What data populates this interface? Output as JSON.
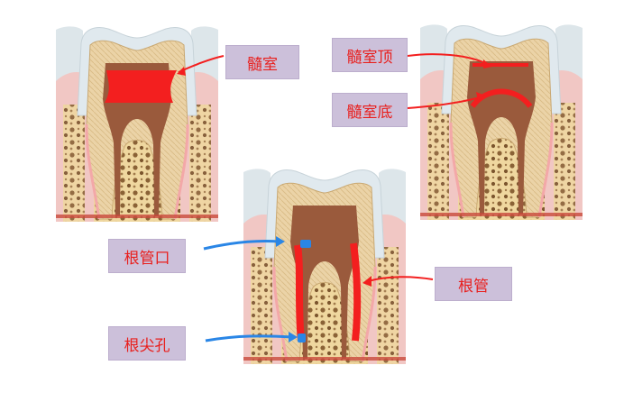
{
  "labels": {
    "pulp_chamber": "髓室",
    "pulp_roof": "髓室顶",
    "pulp_floor": "髓室底",
    "canal_orifice": "根管口",
    "root_canal": "根管",
    "apical_foramen": "根尖孔"
  },
  "colors": {
    "label_bg": "#ccc0da",
    "label_text": "#e8201e",
    "highlight_red": "#f31f1f",
    "highlight_blue": "#2a86e6",
    "enamel": "#dfe8ec",
    "dentin": "#ead3a9",
    "gum": "#f1c7c4",
    "bone": "#ecd49b",
    "pulp": "#9a5a3c"
  }
}
